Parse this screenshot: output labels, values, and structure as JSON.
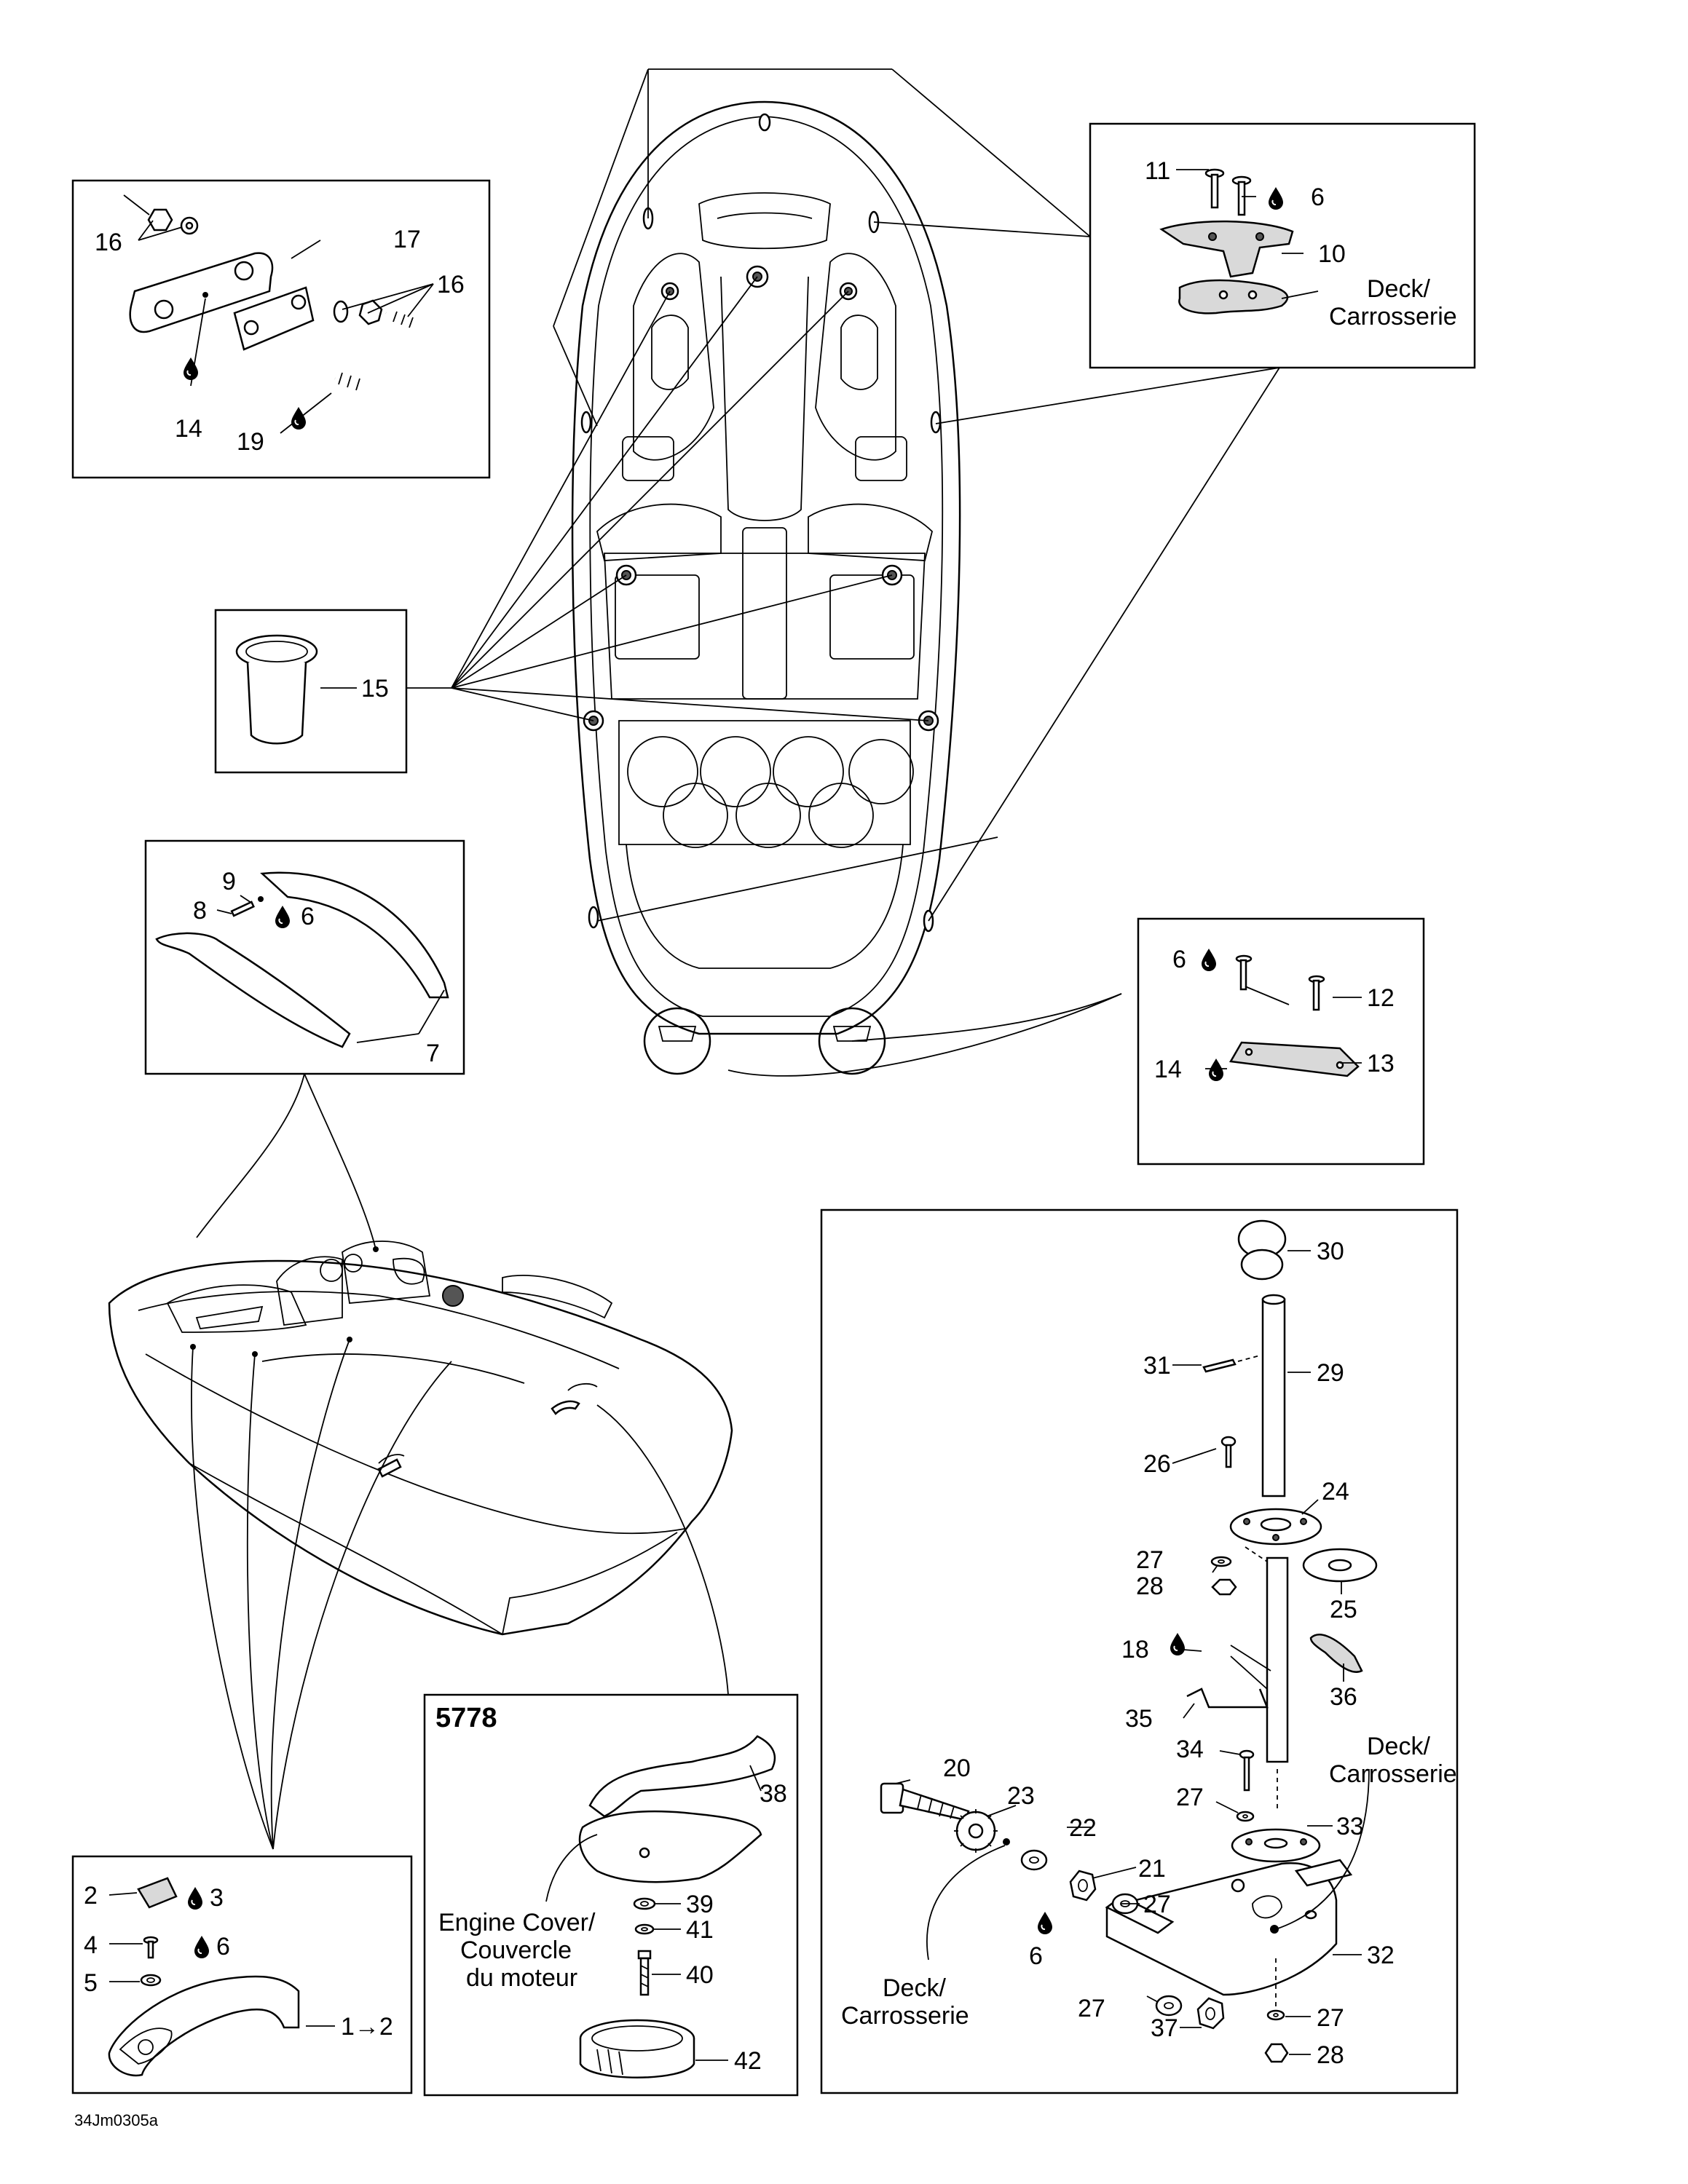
{
  "drawing_code": "34Jm0305a",
  "model_code": "5778",
  "note_deck": "Deck/",
  "note_carrosserie": "Carrosserie",
  "note_engine_cover_1": "Engine Cover/",
  "note_engine_cover_2": "Couvercle",
  "note_engine_cover_3": "du moteur",
  "arrow_label": "1→2",
  "labels": {
    "p1": "1",
    "p2": "2",
    "p3": "3",
    "p4": "4",
    "p5": "5",
    "p6": "6",
    "p7": "7",
    "p8": "8",
    "p9": "9",
    "p10": "10",
    "p11": "11",
    "p12": "12",
    "p13": "13",
    "p14": "14",
    "p15": "15",
    "p16": "16",
    "p17": "17",
    "p18": "18",
    "p19": "19",
    "p20": "20",
    "p21": "21",
    "p22": "22",
    "p23": "23",
    "p24": "24",
    "p25": "25",
    "p26": "26",
    "p27": "27",
    "p28": "28",
    "p29": "29",
    "p30": "30",
    "p31": "31",
    "p32": "32",
    "p33": "33",
    "p34": "34",
    "p35": "35",
    "p36": "36",
    "p37": "37",
    "p38": "38",
    "p39": "39",
    "p40": "40",
    "p41": "41",
    "p42": "42"
  },
  "icons": {
    "lubricant_drop": "lubricant-drop-icon"
  }
}
